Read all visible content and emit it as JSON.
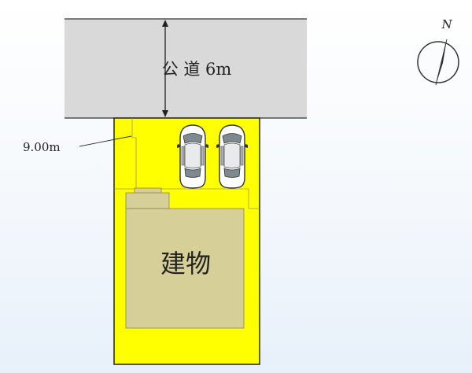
{
  "road": {
    "label": "公 道 6m"
  },
  "frontage": {
    "label": "9.00m"
  },
  "building": {
    "label": "建物"
  },
  "compass": {
    "north": "N"
  },
  "parking": {
    "cars": [
      {
        "name": "car-1"
      },
      {
        "name": "car-2"
      }
    ]
  },
  "colors": {
    "lot": "#ffff00",
    "road": "#d9d9d9",
    "building": "#d6cf97",
    "outline": "#222222"
  }
}
